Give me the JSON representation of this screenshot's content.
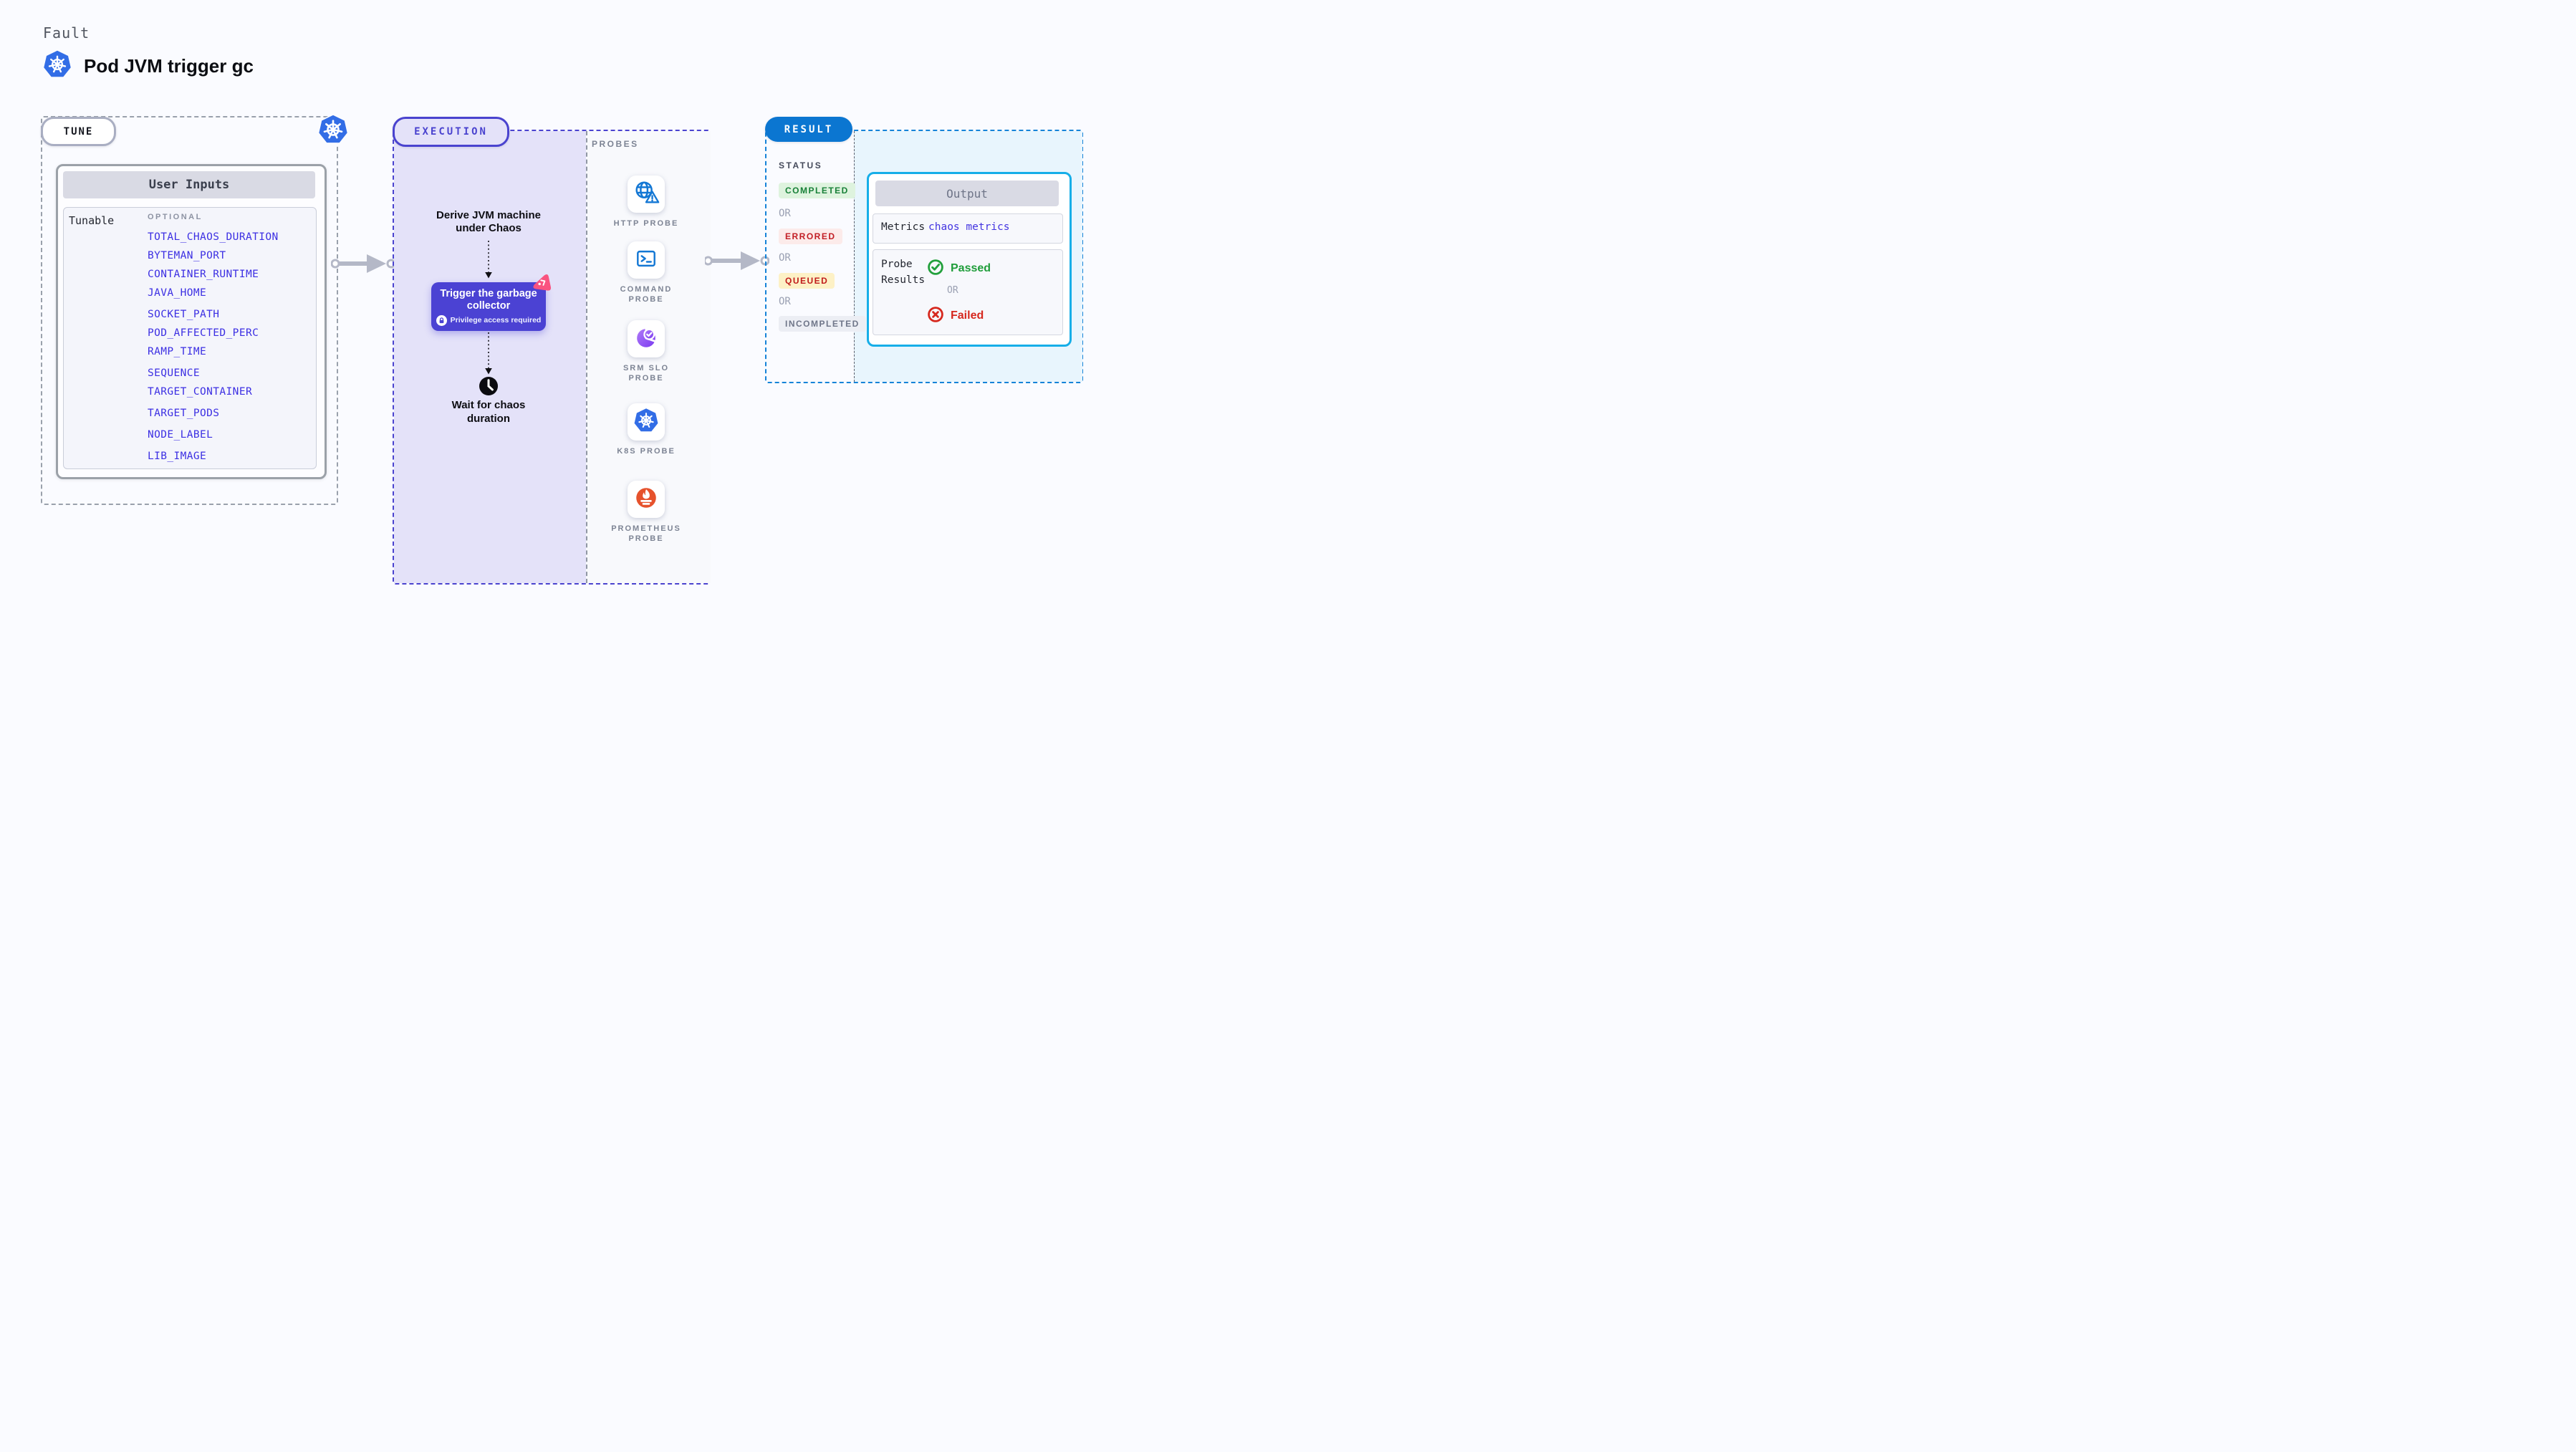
{
  "header": {
    "eyebrow": "Fault",
    "title": "Pod JVM trigger gc"
  },
  "tune": {
    "pill": "TUNE",
    "card_title": "User Inputs",
    "row_label": "Tunable",
    "optional_label": "OPTIONAL",
    "params": [
      "TOTAL_CHAOS_DURATION",
      "BYTEMAN_PORT",
      "CONTAINER_RUNTIME",
      "JAVA_HOME",
      "SOCKET_PATH",
      "POD_AFFECTED_PERC",
      "RAMP_TIME",
      "SEQUENCE",
      "TARGET_CONTAINER",
      "TARGET_PODS",
      "NODE_LABEL",
      "LIB_IMAGE"
    ]
  },
  "execution": {
    "pill": "EXECUTION",
    "derive_text": "Derive JVM machine under Chaos",
    "trigger_title": "Trigger the garbage collector",
    "privilege_note": "Privilege access required",
    "wait_text": "Wait for chaos duration"
  },
  "probes": {
    "label": "PROBES",
    "items": [
      {
        "label": "HTTP PROBE",
        "icon": "globe-alert-icon"
      },
      {
        "label": "COMMAND PROBE",
        "icon": "terminal-icon"
      },
      {
        "label": "SRM SLO PROBE",
        "icon": "slo-gauge-icon"
      },
      {
        "label": "K8S PROBE",
        "icon": "kubernetes-icon"
      },
      {
        "label": "PROMETHEUS PROBE",
        "icon": "prometheus-flame-icon"
      }
    ]
  },
  "result": {
    "pill": "RESULT",
    "status_label": "STATUS",
    "or_label": "OR",
    "statuses": [
      "COMPLETED",
      "ERRORED",
      "QUEUED",
      "INCOMPLETED"
    ],
    "output": {
      "title": "Output",
      "metrics_label": "Metrics",
      "metrics_value": "chaos metrics",
      "probe_results_label": "Probe Results",
      "passed_label": "Passed",
      "or_label": "OR",
      "failed_label": "Failed"
    }
  },
  "colors": {
    "kubernetes_blue": "#326de6",
    "accent_indigo": "#4a43cf",
    "lavender_fill": "#e4e2f9",
    "param_link_blue": "#3c2fe3",
    "probe_icon_blue": "#1377d4",
    "srm_purple": "#8b3af5",
    "prometheus_orange": "#e6522c",
    "litmus_pink": "#f95380",
    "result_pill_blue": "#0b76d1",
    "result_border_blue": "#1583d8",
    "output_border_cyan": "#16aee8",
    "cyan_fill": "#e8f5fd",
    "completed_green": "#188038",
    "errored_red": "#c21e25",
    "queued_bg": "#fdf1c6",
    "incompleted_gray": "#6f7689",
    "passed_green": "#1f9d3a",
    "failed_red": "#d6281e",
    "arrow_gray": "#b4b8c7"
  }
}
